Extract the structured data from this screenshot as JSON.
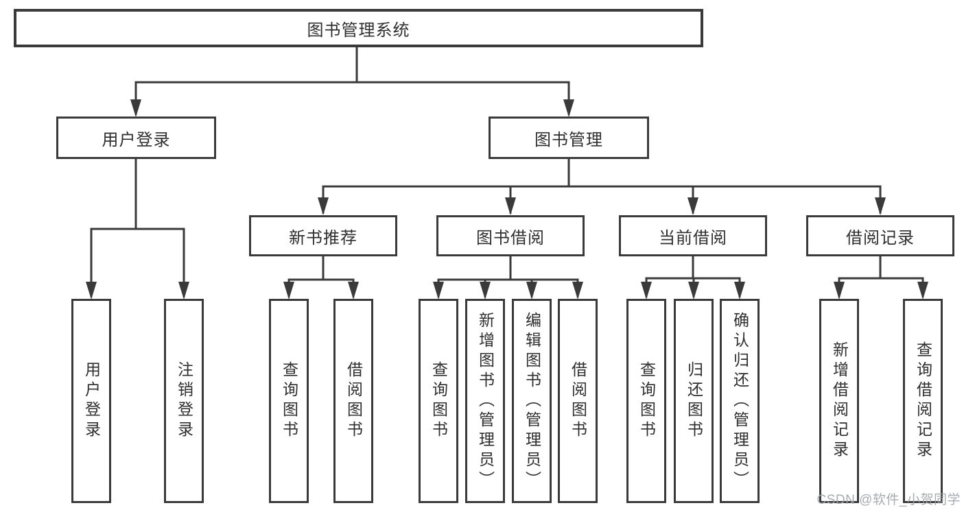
{
  "colors": {
    "line": "#3a3a3a",
    "box_border": "#3a3a3a",
    "box_background": "#ffffff",
    "text": "#2e2e2e",
    "watermark": "#a0a5aa"
  },
  "diagram": {
    "type": "tree",
    "root": {
      "label": "图书管理系统"
    },
    "level2": [
      {
        "label": "用户登录",
        "parent": "图书管理系统"
      },
      {
        "label": "图书管理",
        "parent": "图书管理系统"
      }
    ],
    "level3": [
      {
        "label": "新书推荐",
        "parent": "图书管理"
      },
      {
        "label": "图书借阅",
        "parent": "图书管理"
      },
      {
        "label": "当前借阅",
        "parent": "图书管理"
      },
      {
        "label": "借阅记录",
        "parent": "图书管理"
      }
    ],
    "leaves": [
      {
        "label": "用户登录",
        "parent": "用户登录"
      },
      {
        "label": "注销登录",
        "parent": "用户登录"
      },
      {
        "label": "查询图书",
        "parent": "新书推荐"
      },
      {
        "label": "借阅图书",
        "parent": "新书推荐"
      },
      {
        "label": "查询图书",
        "parent": "图书借阅"
      },
      {
        "label": "新增图书（管理员）",
        "parent": "图书借阅"
      },
      {
        "label": "编辑图书（管理员）",
        "parent": "图书借阅"
      },
      {
        "label": "借阅图书",
        "parent": "图书借阅"
      },
      {
        "label": "查询图书",
        "parent": "当前借阅"
      },
      {
        "label": "归还图书",
        "parent": "当前借阅"
      },
      {
        "label": "确认归还（管理员）",
        "parent": "当前借阅"
      },
      {
        "label": "新增借阅记录",
        "parent": "借阅记录"
      },
      {
        "label": "查询借阅记录",
        "parent": "借阅记录"
      }
    ]
  },
  "watermark": {
    "text": "CSDN @软件_小贺同学"
  }
}
